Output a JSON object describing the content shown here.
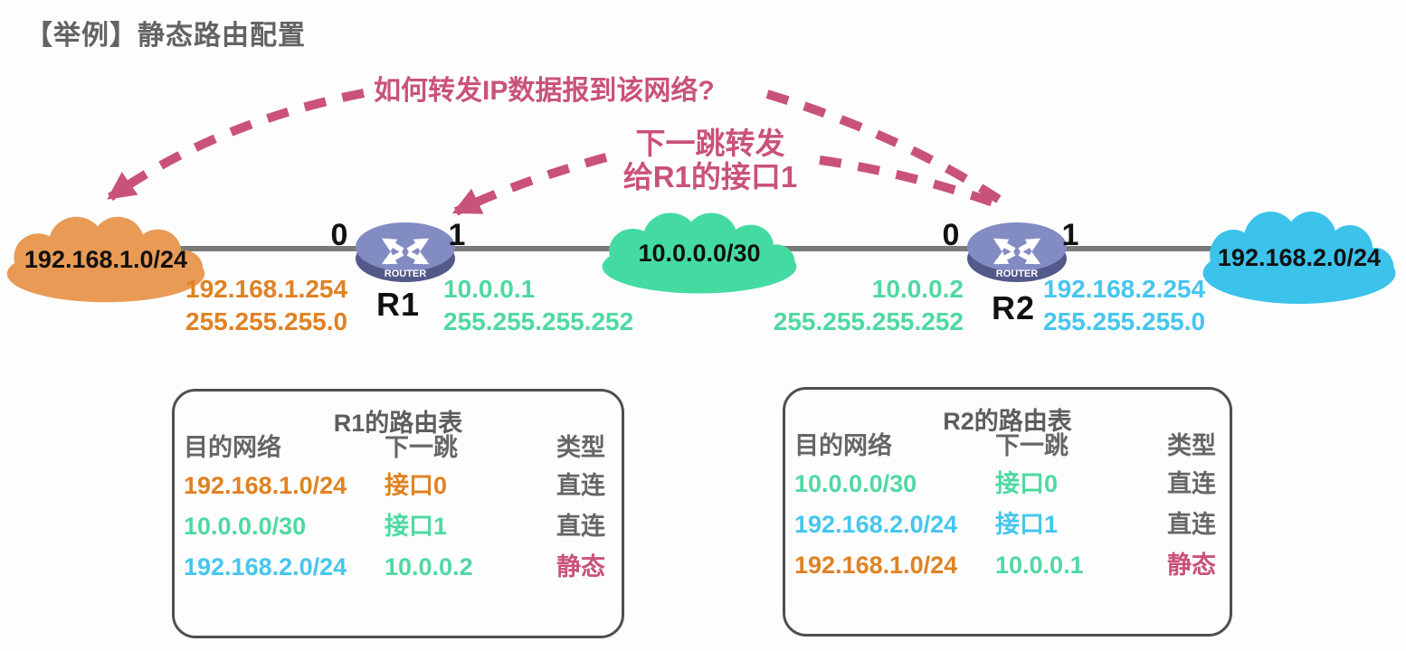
{
  "palette": {
    "pink": "#c9527b",
    "orange": "#e08222",
    "orange_cloud": "#e99b55",
    "green": "#4fd9a2",
    "green_cloud": "#44dba3",
    "cyan": "#45c6ee",
    "cyan_cloud": "#3bc3eb",
    "gray": "#666666",
    "title_gray": "#636363",
    "black": "#141414",
    "line": "#7a7a7a",
    "router_top": "#838cc2",
    "router_side": "#535989"
  },
  "title": "【举例】静态路由配置",
  "annotations": {
    "question": "如何转发IP数据报到该网络?",
    "next_hop": [
      "下一跳转发",
      "给R1的接口1"
    ]
  },
  "network": {
    "clouds": {
      "left": "192.168.1.0/24",
      "middle": "10.0.0.0/30",
      "right": "192.168.2.0/24"
    },
    "r1": {
      "name": "R1",
      "icon_text": "ROUTER",
      "port_left": "0",
      "port_right": "1",
      "left_ip": "192.168.1.254",
      "left_mask": "255.255.255.0",
      "right_ip": "10.0.0.1",
      "right_mask": "255.255.255.252"
    },
    "r2": {
      "name": "R2",
      "icon_text": "ROUTER",
      "port_left": "0",
      "port_right": "1",
      "left_ip": "10.0.0.2",
      "left_mask": "255.255.255.252",
      "right_ip": "192.168.2.254",
      "right_mask": "255.255.255.0"
    }
  },
  "tables": [
    {
      "title": "R1的路由表",
      "headers": [
        "目的网络",
        "下一跳",
        "类型"
      ],
      "rows": [
        {
          "dest": "192.168.1.0/24",
          "dest_color": "orange",
          "next": "接口0",
          "next_color": "orange",
          "type": "直连",
          "type_color": "gray"
        },
        {
          "dest": "10.0.0.0/30",
          "dest_color": "green",
          "next": "接口1",
          "next_color": "green",
          "type": "直连",
          "type_color": "gray"
        },
        {
          "dest": "192.168.2.0/24",
          "dest_color": "cyan",
          "next": "10.0.0.2",
          "next_color": "green",
          "type": "静态",
          "type_color": "pink"
        }
      ]
    },
    {
      "title": "R2的路由表",
      "headers": [
        "目的网络",
        "下一跳",
        "类型"
      ],
      "rows": [
        {
          "dest": "10.0.0.0/30",
          "dest_color": "green",
          "next": "接口0",
          "next_color": "green",
          "type": "直连",
          "type_color": "gray"
        },
        {
          "dest": "192.168.2.0/24",
          "dest_color": "cyan",
          "next": "接口1",
          "next_color": "cyan",
          "type": "直连",
          "type_color": "gray"
        },
        {
          "dest": "192.168.1.0/24",
          "dest_color": "orange",
          "next": "10.0.0.1",
          "next_color": "green",
          "type": "静态",
          "type_color": "pink"
        }
      ]
    }
  ]
}
